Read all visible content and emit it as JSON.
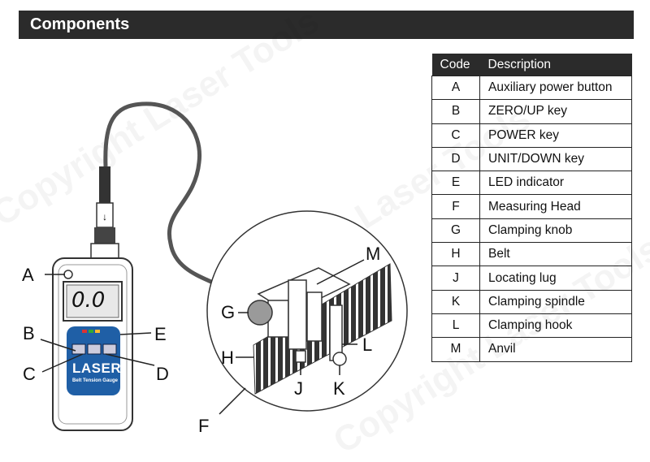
{
  "header": {
    "title": "Components"
  },
  "table": {
    "col_code": "Code",
    "col_description": "Description",
    "rows": [
      {
        "code": "A",
        "description": "Auxiliary power button"
      },
      {
        "code": "B",
        "description": "ZERO/UP key"
      },
      {
        "code": "C",
        "description": "POWER key"
      },
      {
        "code": "D",
        "description": "UNIT/DOWN key"
      },
      {
        "code": "E",
        "description": "LED indicator"
      },
      {
        "code": "F",
        "description": "Measuring Head"
      },
      {
        "code": "G",
        "description": "Clamping knob"
      },
      {
        "code": "H",
        "description": "Belt"
      },
      {
        "code": "J",
        "description": "Locating lug"
      },
      {
        "code": "K",
        "description": "Clamping spindle"
      },
      {
        "code": "L",
        "description": "Clamping hook"
      },
      {
        "code": "M",
        "description": "Anvil"
      }
    ]
  },
  "callouts": {
    "A": "A",
    "B": "B",
    "C": "C",
    "D": "D",
    "E": "E",
    "F": "F",
    "G": "G",
    "H": "H",
    "J": "J",
    "K": "K",
    "L": "L",
    "M": "M"
  },
  "device": {
    "display": "0.0",
    "brand": "LASER",
    "model": "Belt Tension Gauge"
  },
  "watermark": "Copyright Laser Tools",
  "colors": {
    "header_bg": "#2b2b2b",
    "device_blue": "#1f5fa6"
  }
}
